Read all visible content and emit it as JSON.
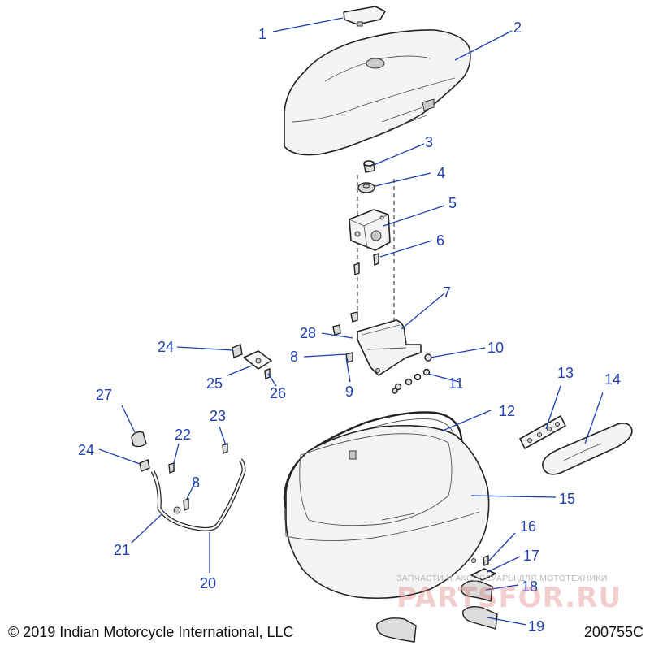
{
  "callouts": [
    "1",
    "2",
    "3",
    "4",
    "5",
    "6",
    "7",
    "8",
    "9",
    "10",
    "11",
    "12",
    "13",
    "14",
    "15",
    "16",
    "17",
    "18",
    "19",
    "20",
    "21",
    "22",
    "23",
    "24",
    "25",
    "26",
    "27",
    "28"
  ],
  "footer": {
    "copyright": "© 2019 Indian Motorcycle International, LLC",
    "drawing_number": "200755C"
  },
  "watermark": {
    "line": "ЗАПЧАСТИ И АКСЕССУАРЫ ДЛЯ МОТОТЕХНИКИ",
    "logo": "PARTSFOR.RU"
  },
  "colors": {
    "callout": "#1f3fb0",
    "line": "#222222"
  }
}
